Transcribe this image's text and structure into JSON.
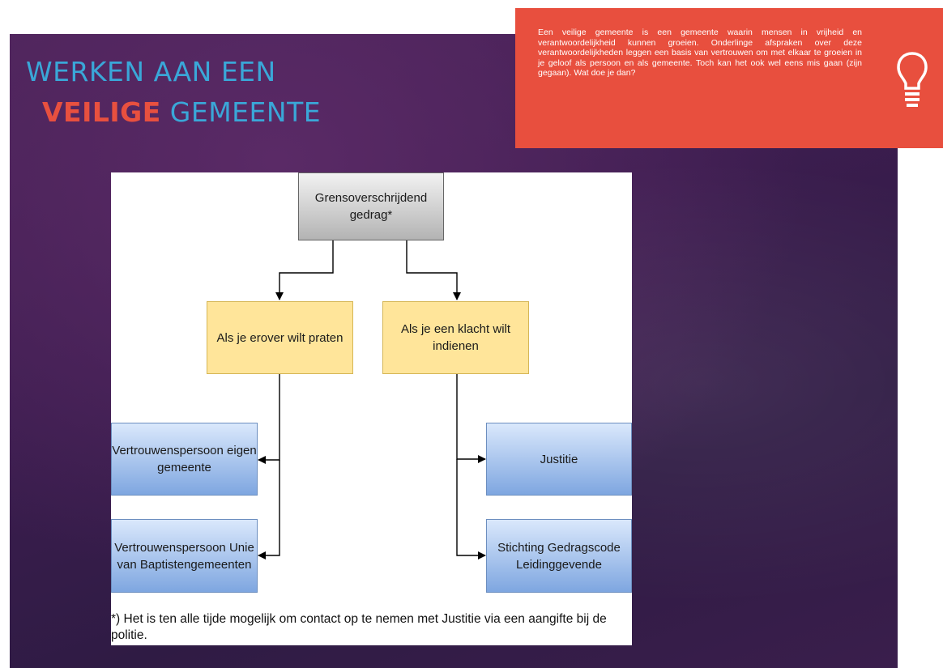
{
  "title": {
    "line1": "WERKEN AAN EEN",
    "accent": "VEILIGE",
    "rest": " GEMEENTE"
  },
  "tip": {
    "text": "Een veilige gemeente is een gemeente waarin mensen in vrijheid en verantwoordelijkheid kunnen groeien. Onderlinge afspraken over deze verantwoordelijkheden leggen een basis van vertrouwen om met elkaar te groeien in je geloof als persoon en als gemeente. Toch kan het ook wel eens mis gaan (zijn gegaan). Wat doe je dan?",
    "icon": "lightbulb-icon",
    "background": "#e84f3e"
  },
  "diagram": {
    "root": "Grensoverschrijdend gedrag*",
    "branch_left": "Als je erover wilt praten",
    "branch_right": "Als je een klacht wilt indienen",
    "left_1": "Vertrouwenspersoon eigen gemeente",
    "left_2": "Vertrouwenspersoon Unie van Baptistengemeenten",
    "right_1": "Justitie",
    "right_2": "Stichting Gedragscode Leidinggevende",
    "footnote": "*) Het is ten alle tijde mogelijk om contact op te nemen met Justitie via een aangifte bij de politie."
  },
  "colors": {
    "title_blue": "#3aa7d8",
    "accent_red": "#e8503f",
    "root_fill": "#cccccc",
    "branch_fill": "#ffe59a",
    "leaf_fill": "#a9c4eb"
  }
}
